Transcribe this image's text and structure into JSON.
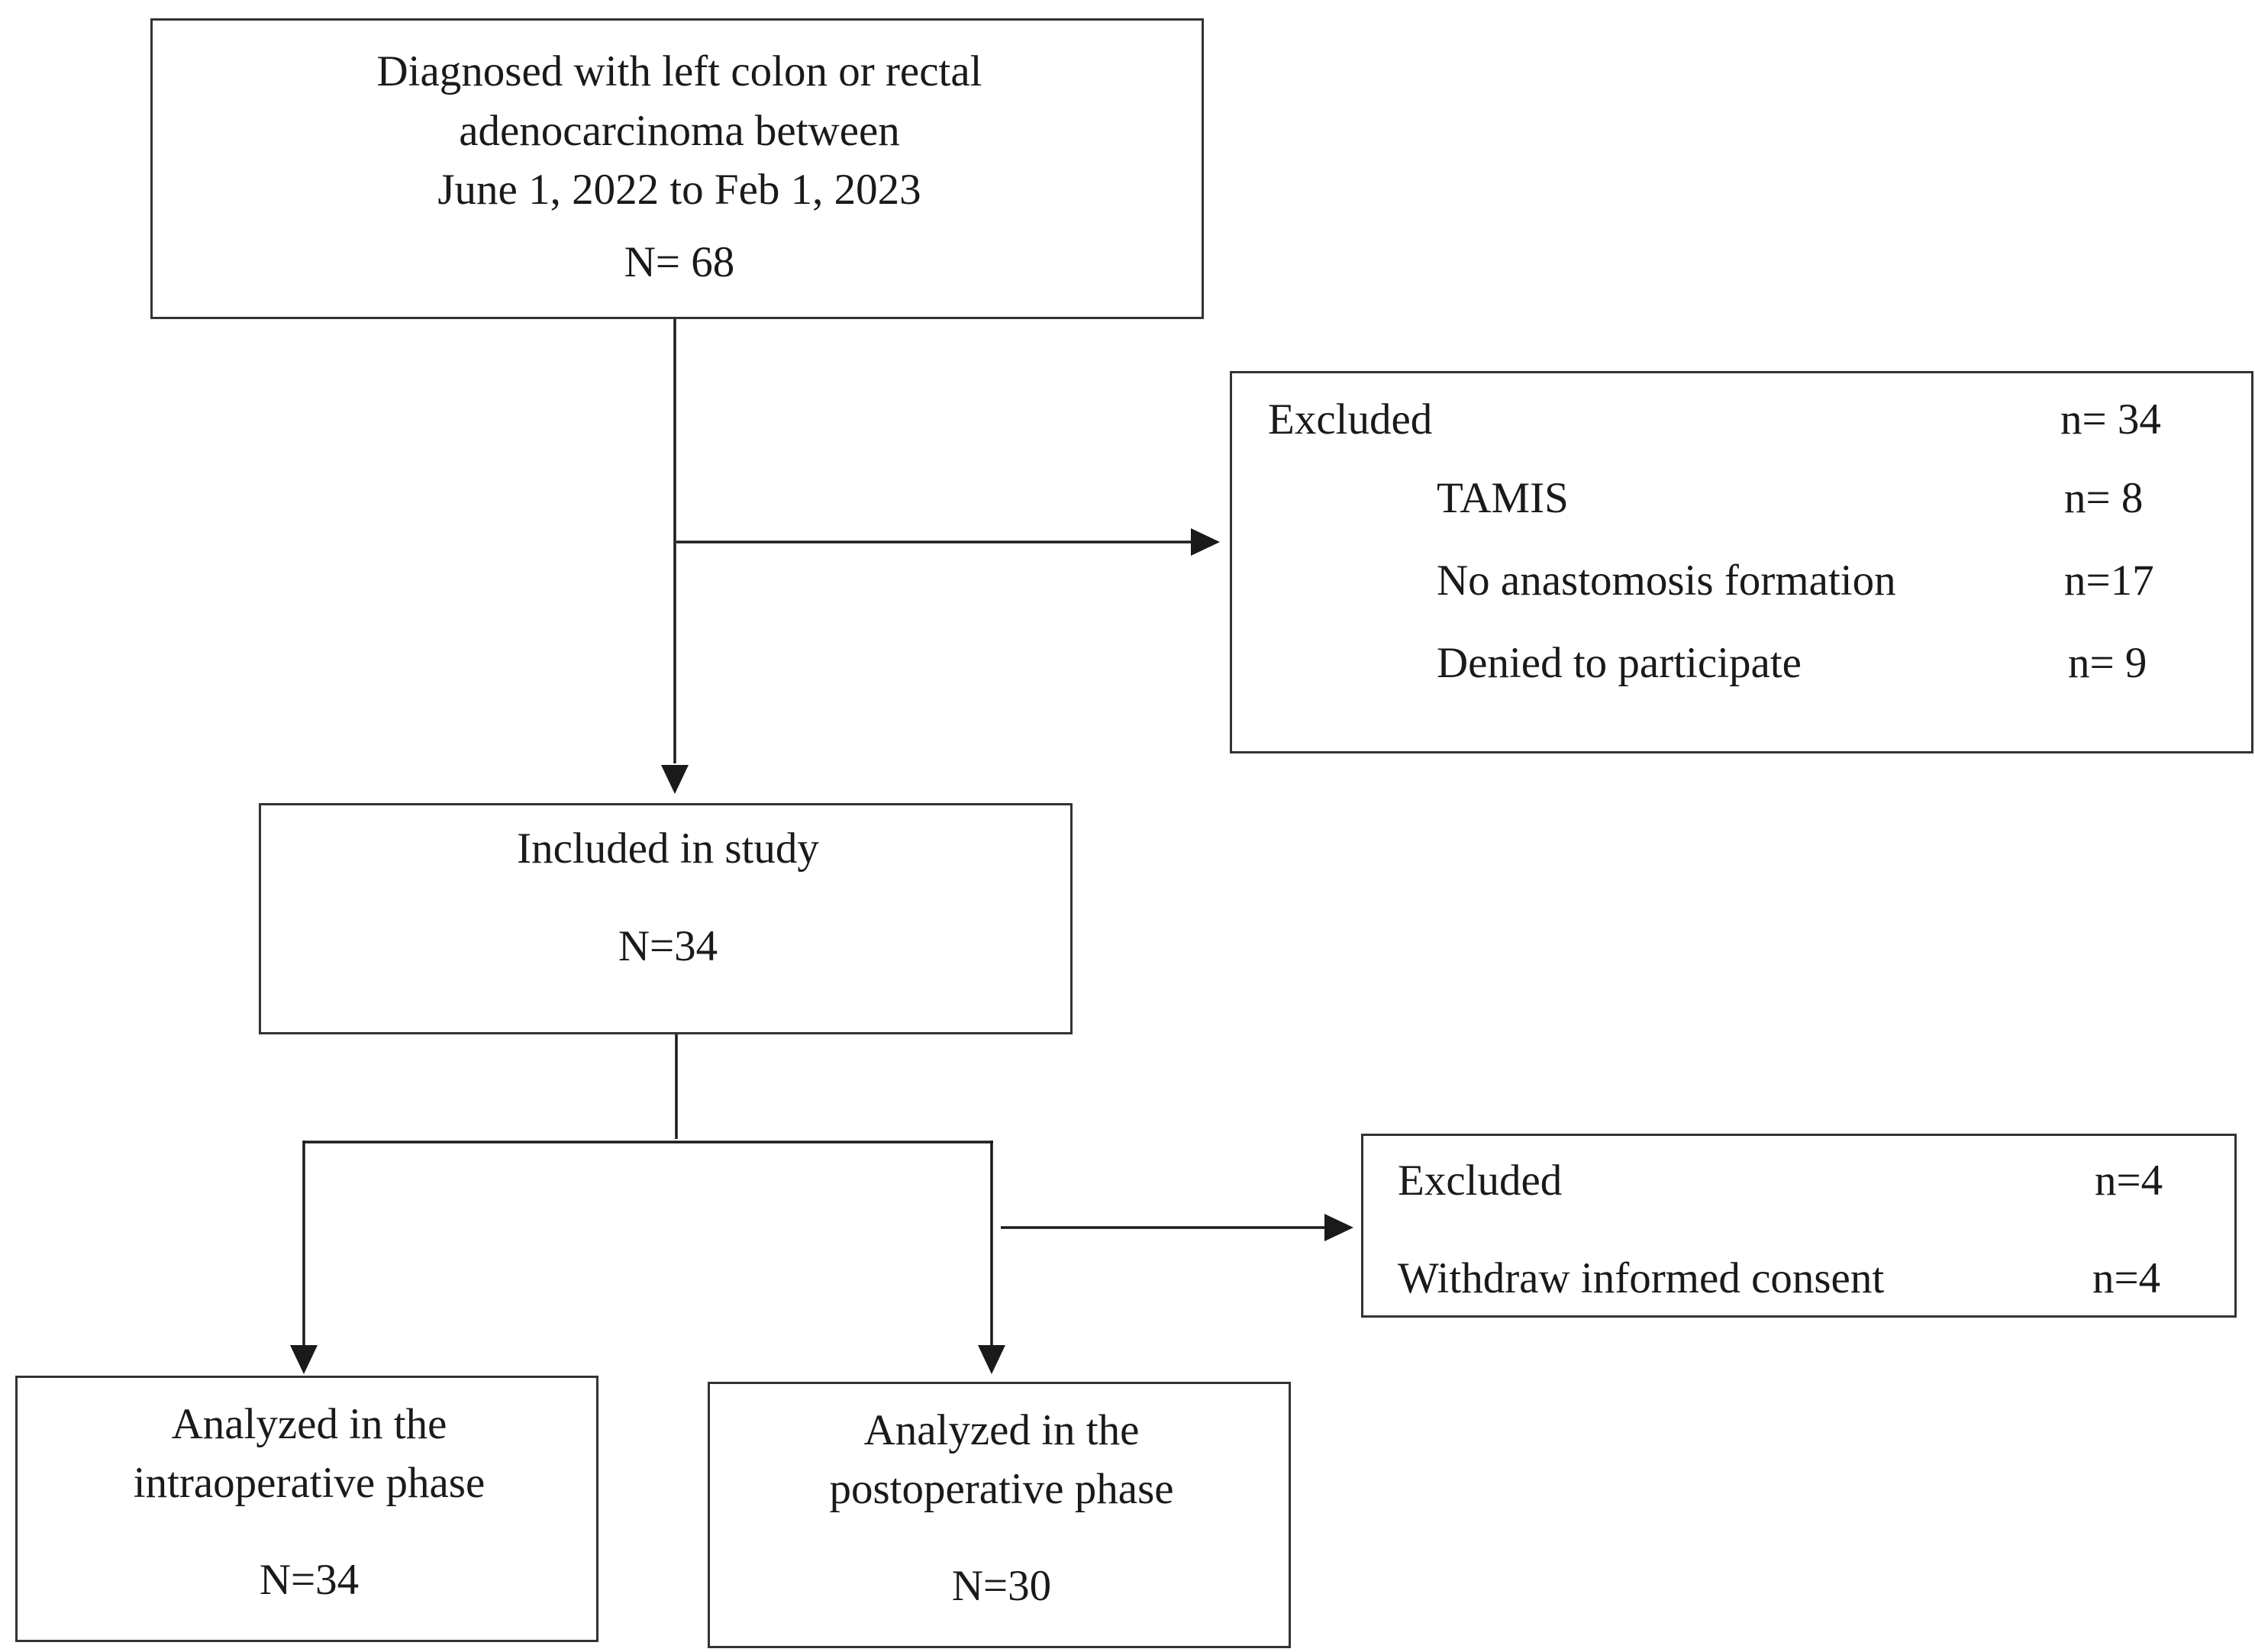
{
  "diagnosed": {
    "line1": "Diagnosed with left colon or rectal",
    "line2": "adenocarcinoma between",
    "line3": "June 1, 2022 to Feb 1, 2023",
    "n": "N= 68"
  },
  "excluded_1": {
    "title": "Excluded",
    "total": "n= 34",
    "items": [
      {
        "label": "TAMIS",
        "n": "n= 8"
      },
      {
        "label": "No anastomosis formation",
        "n": "n=17"
      },
      {
        "label": "Denied to participate",
        "n": "n= 9"
      }
    ]
  },
  "included": {
    "label": "Included in study",
    "n": "N=34"
  },
  "excluded_2": {
    "title": "Excluded",
    "total": "n=4",
    "item_label": "Withdraw informed consent",
    "item_n": "n=4"
  },
  "intraoperative": {
    "line1": "Analyzed in the",
    "line2": "intraoperative phase",
    "n": "N=34"
  },
  "postoperative": {
    "line1": "Analyzed in the",
    "line2": "postoperative phase",
    "n": "N=30"
  }
}
